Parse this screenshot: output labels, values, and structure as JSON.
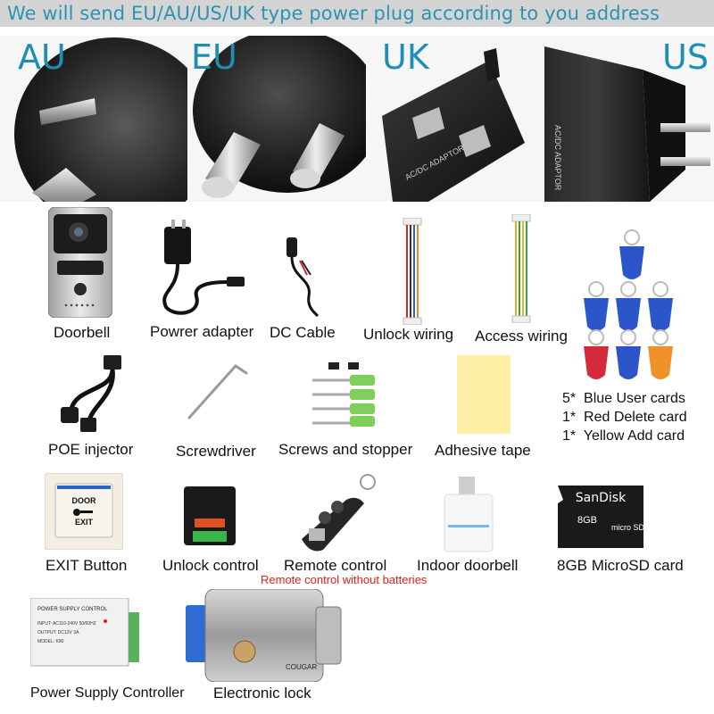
{
  "banner": {
    "text": "We will send EU/AU/US/UK type power plug according to you address"
  },
  "plugs": [
    {
      "label": "AU"
    },
    {
      "label": "EU"
    },
    {
      "label": "UK"
    },
    {
      "label": "US"
    }
  ],
  "uk_plug_text": "AC/DC ADAPTOR",
  "us_plug_text": "AC/DC ADAPTOR",
  "items": {
    "doorbell": "Doorbell",
    "power_adapter": "Powrer adapter",
    "dc_cable": "DC Cable",
    "unlock_wiring": "Unlock wiring",
    "access_wiring": "Access wiring",
    "poe_injector": "POE injector",
    "screwdriver": "Screwdriver",
    "screws": "Screws and stopper",
    "adhesive_tape": "Adhesive tape",
    "exit_button": "EXIT Button",
    "unlock_control": "Unlock control",
    "remote_control": "Remote control",
    "indoor_doorbell": "Indoor doorbell",
    "sd_card": "8GB MicroSD card",
    "power_supply": "Power Supply Controller",
    "electronic_lock": "Electronic lock"
  },
  "remote_note": "Remote control without batteries",
  "cards": [
    {
      "qty": "5*",
      "label": "Blue User cards"
    },
    {
      "qty": "1*",
      "label": "Red Delete card"
    },
    {
      "qty": "1*",
      "label": "Yellow Add card"
    }
  ],
  "exit_button_text": {
    "line1": "DOOR",
    "line2": "EXIT"
  },
  "sd_card_text": {
    "brand": "SanDisk",
    "size": "8GB",
    "logo": "micro SD HC"
  },
  "psu_text": {
    "title": "POWER SUPPLY CONTROL",
    "line1": "INPUT: AC110-240V 50/60HZ",
    "line2": "OUTPUT: DC12V 3A",
    "line3": "MODEL: K80"
  },
  "lock_brand": "COUGAR",
  "colors": {
    "banner_bg": "#d4d4d4",
    "banner_text": "#2c93b3",
    "plug_label": "#1e8fb4",
    "note_red": "#e0201b"
  }
}
